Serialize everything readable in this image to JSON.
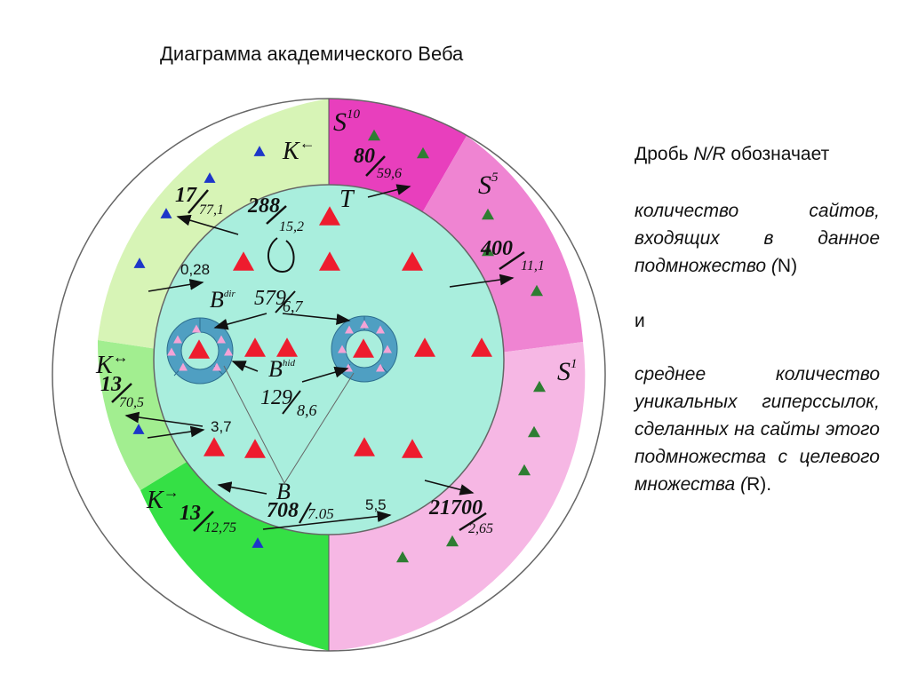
{
  "title": "Диаграмма академического Веба",
  "legend": {
    "line1_prefix": "Дробь ",
    "line1_fraction": "N/R",
    "line1_suffix": " обозначает",
    "para2_a": "количество сайтов, входящих в данное подмножество (",
    "para2_n": "N",
    "para2_b": ")",
    "conj": "и",
    "para3_a": "среднее количество уникальных гиперссылок, сделанных на сайты этого подмножества с целевого множества (",
    "para3_r": "R",
    "para3_b": ")."
  },
  "regions": {
    "S10": {
      "name": "S",
      "sup": "10",
      "n": "80",
      "r": "59,6"
    },
    "S5": {
      "name": "S",
      "sup": "5",
      "n": "400",
      "r": "11,1"
    },
    "S1": {
      "name": "S",
      "sup": "1",
      "n": "21700",
      "r": "2,65"
    },
    "Kleft": {
      "name": "K",
      "arrow": "←",
      "n": "17",
      "r": "77,1",
      "link": "0,28"
    },
    "Kboth": {
      "name": "K",
      "arrow": "↔",
      "n": "13",
      "r": "70,5",
      "link": "3,7"
    },
    "Kright": {
      "name": "K",
      "arrow": "→",
      "n": "13",
      "r": "12,75"
    },
    "T": {
      "name": "T",
      "n": "288",
      "r": "15,2"
    },
    "Bdir": {
      "name": "B",
      "sup": "dir",
      "n": "579",
      "r": "6,7"
    },
    "Bhid": {
      "name": "B",
      "sup": "hid",
      "n": "129",
      "r": "8,6"
    },
    "B": {
      "name": "B",
      "n": "708",
      "r": "7.05",
      "link": "5,5"
    }
  },
  "colors": {
    "S10": "#e83fbd",
    "S5": "#ef84d2",
    "S1": "#f6b7e4",
    "Kleft": "#d7f4b6",
    "Kboth": "#a2ee90",
    "Kright": "#35e045",
    "core": "#a9eedd",
    "ring": "#4f9fc2",
    "red_marker": "#ee1c2e",
    "green_marker": "#2e7d32",
    "blue_marker": "#1d36c9",
    "pink_marker": "#f4a3d6"
  }
}
